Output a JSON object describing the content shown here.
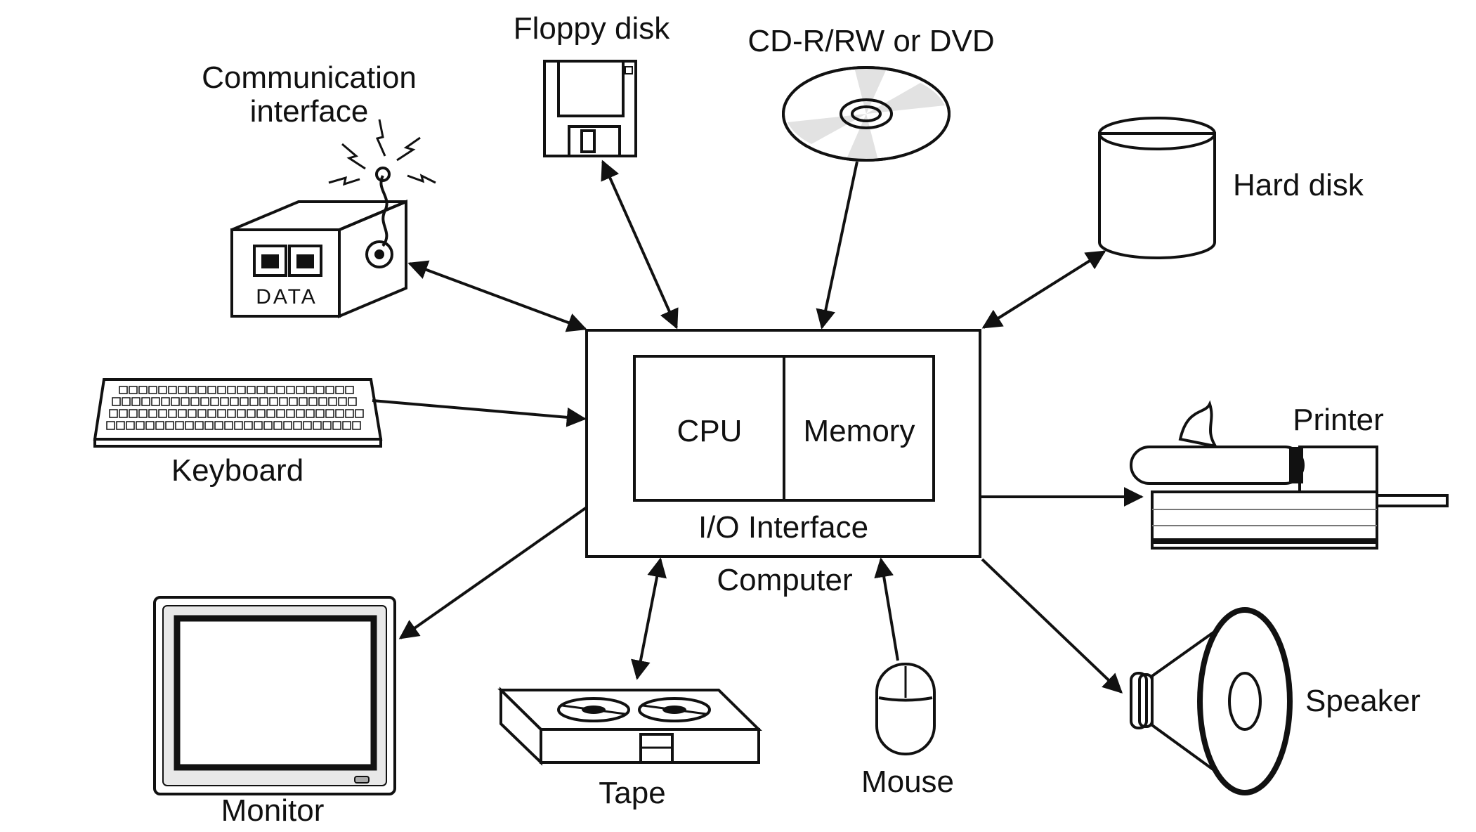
{
  "computer": {
    "cpu_label": "CPU",
    "memory_label": "Memory",
    "io_label": "I/O Interface",
    "computer_label": "Computer"
  },
  "devices": {
    "communication_line1": "Communication",
    "communication_line2": "interface",
    "communication_port_label": "DATA",
    "floppy": "Floppy disk",
    "cd": "CD-R/RW or DVD",
    "hard_disk": "Hard disk",
    "keyboard": "Keyboard",
    "printer": "Printer",
    "monitor": "Monitor",
    "tape": "Tape",
    "mouse": "Mouse",
    "speaker": "Speaker"
  },
  "colors": {
    "stroke": "#111111",
    "device_fill": "#d6d6d6",
    "device_shade": "#a9a9a9",
    "background": "#ffffff"
  }
}
